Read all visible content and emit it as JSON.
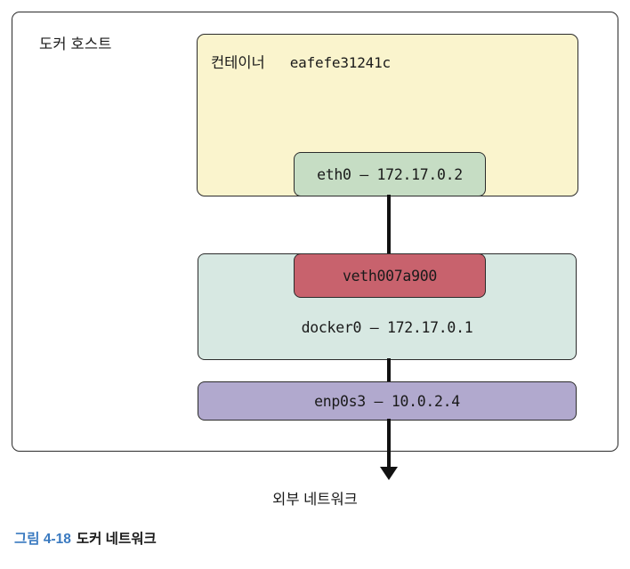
{
  "figure": {
    "host": {
      "label": "도커 호스트"
    },
    "container": {
      "label": "컨테이너",
      "id": "eafefe31241c",
      "interface": "eth0 – 172.17.0.2"
    },
    "bridge": {
      "veth": "veth007a900",
      "label": "docker0 – 172.17.0.1"
    },
    "host_nic": {
      "label": "enp0s3 – 10.0.2.4"
    },
    "external": {
      "label": "외부 네트워크"
    },
    "caption": {
      "number": "그림 4-18",
      "title": "도커 네트워크"
    },
    "colors": {
      "container_fill": "#faf4cd",
      "eth0_fill": "#c6ddc4",
      "bridge_fill": "#d7e8e2",
      "veth_fill": "#c8626d",
      "enp0s3_fill": "#b1a9ce",
      "stroke": "#2b2b2b",
      "caption_accent": "#3a7ac0"
    }
  }
}
